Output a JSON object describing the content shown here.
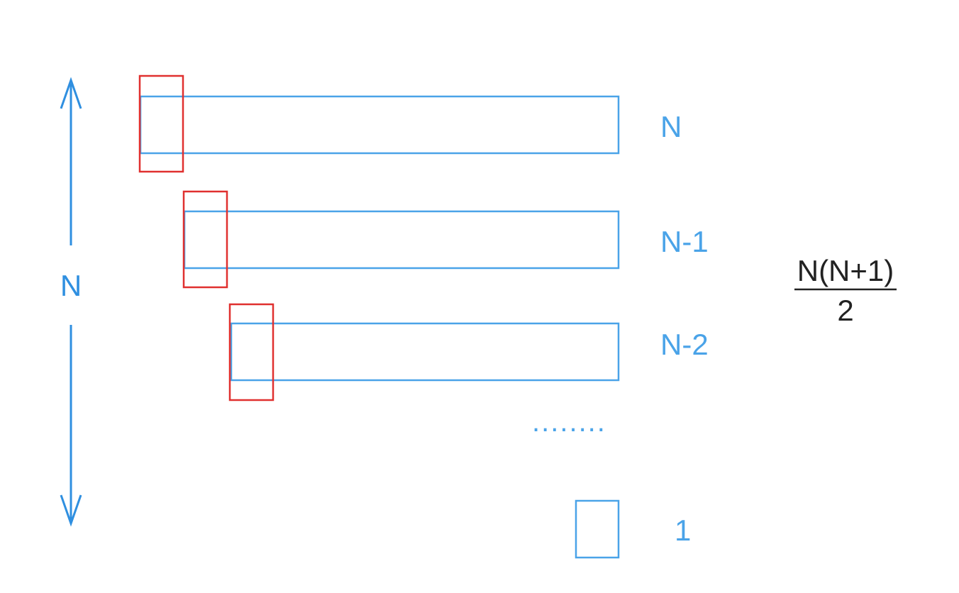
{
  "axis": {
    "label": "N"
  },
  "rows": [
    {
      "label": "N"
    },
    {
      "label": "N-1"
    },
    {
      "label": "N-2"
    }
  ],
  "ellipsis": "........",
  "last_row": {
    "label": "1"
  },
  "formula": {
    "numerator": "N(N+1)",
    "denominator": "2"
  },
  "colors": {
    "bar_stroke": "#4aa3e8",
    "highlight_stroke": "#e0302f",
    "axis_stroke": "#2f8fe0",
    "formula_text": "#222222"
  }
}
